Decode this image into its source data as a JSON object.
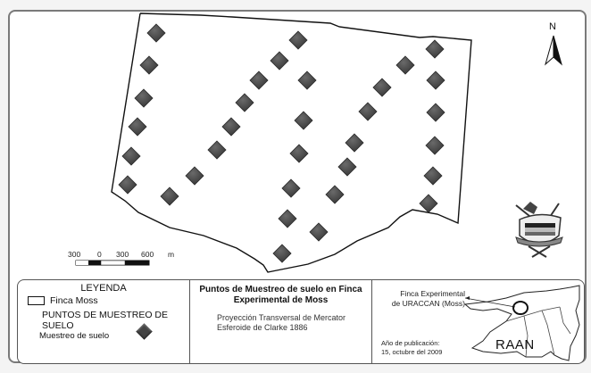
{
  "map": {
    "boundary_label": "Finca Moss",
    "boundary_polygon": [
      [
        157,
        15
      ],
      [
        225,
        17
      ],
      [
        260,
        19
      ],
      [
        370,
        26
      ],
      [
        380,
        30
      ],
      [
        470,
        42
      ],
      [
        485,
        41
      ],
      [
        528,
        45
      ],
      [
        513,
        250
      ],
      [
        490,
        240
      ],
      [
        462,
        235
      ],
      [
        448,
        243
      ],
      [
        435,
        255
      ],
      [
        400,
        270
      ],
      [
        375,
        285
      ],
      [
        345,
        296
      ],
      [
        310,
        303
      ],
      [
        300,
        305
      ],
      [
        295,
        297
      ],
      [
        285,
        290
      ],
      [
        265,
        278
      ],
      [
        228,
        264
      ],
      [
        190,
        255
      ],
      [
        155,
        238
      ],
      [
        140,
        225
      ],
      [
        125,
        215
      ],
      [
        157,
        15
      ]
    ],
    "sample_points": [
      [
        175,
        37
      ],
      [
        167,
        73
      ],
      [
        161,
        110
      ],
      [
        154,
        142
      ],
      [
        147,
        175
      ],
      [
        143,
        207
      ],
      [
        190,
        220
      ],
      [
        218,
        197
      ],
      [
        243,
        168
      ],
      [
        259,
        142
      ],
      [
        274,
        115
      ],
      [
        290,
        90
      ],
      [
        313,
        68
      ],
      [
        334,
        45
      ],
      [
        344,
        90
      ],
      [
        340,
        135
      ],
      [
        335,
        172
      ],
      [
        326,
        211
      ],
      [
        322,
        245
      ],
      [
        316,
        284
      ],
      [
        357,
        260
      ],
      [
        375,
        218
      ],
      [
        389,
        187
      ],
      [
        397,
        160
      ],
      [
        412,
        125
      ],
      [
        428,
        98
      ],
      [
        454,
        73
      ],
      [
        487,
        55
      ],
      [
        488,
        90
      ],
      [
        488,
        126
      ],
      [
        487,
        163
      ],
      [
        485,
        197
      ],
      [
        480,
        228
      ]
    ],
    "point_color": "#4a4a4a",
    "north_label": "N",
    "scale_bar": {
      "labels": [
        "300",
        "0",
        "300",
        "600",
        "m"
      ],
      "unit": "m"
    },
    "logo_text": "URACCAN"
  },
  "legend": {
    "title": "LEYENDA",
    "boundary_item": "Finca Moss",
    "points_heading": "PUNTOS DE MUESTREO DE SUELO",
    "points_item": "Muestreo de suelo"
  },
  "title_block": {
    "title": "Puntos de Muestreo de suelo en Finca Experimental de Moss",
    "projection": "Proyección Transversal de Mercator",
    "spheroid": "Esferoide de Clarke 1886"
  },
  "location_block": {
    "label_line1": "Finca Experimental",
    "label_line2": "de URACCAN (Moss)",
    "pub_label": "Año de publicación:",
    "pub_date": "15, octubre del 2009",
    "region_label": "RAAN"
  }
}
